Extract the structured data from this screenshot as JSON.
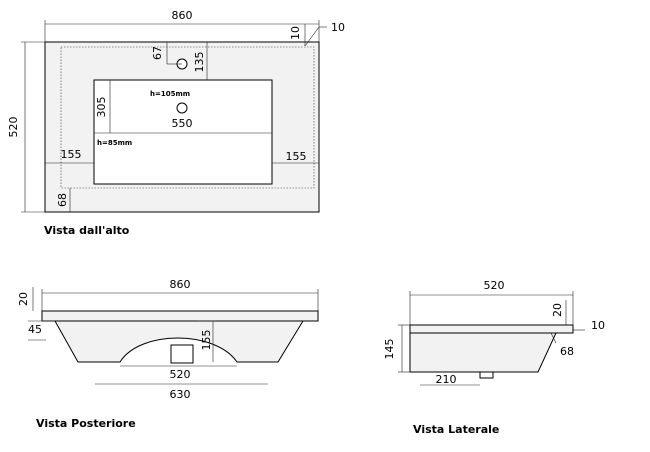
{
  "top_view": {
    "caption": "Vista  dall'alto",
    "width": "860",
    "right_margin": "10",
    "right_margin2": "10",
    "depth": "520",
    "hole_offset": "67",
    "hole_depth": "135",
    "basin_depth": "305",
    "basin_width": "550",
    "h1": "h=105mm",
    "h2": "h=85mm",
    "left_offset": "155",
    "right_offset": "155",
    "front_margin": "68"
  },
  "rear_view": {
    "caption": "Vista  Posteriore",
    "width": "860",
    "thickness": "20",
    "edge": "45",
    "depth": "155",
    "inner_width": "520",
    "outer_width": "630"
  },
  "side_view": {
    "caption": "Vista  Laterale",
    "depth": "520",
    "thickness": "20",
    "lip": "10",
    "height": "145",
    "chamfer": "68",
    "base": "210"
  }
}
